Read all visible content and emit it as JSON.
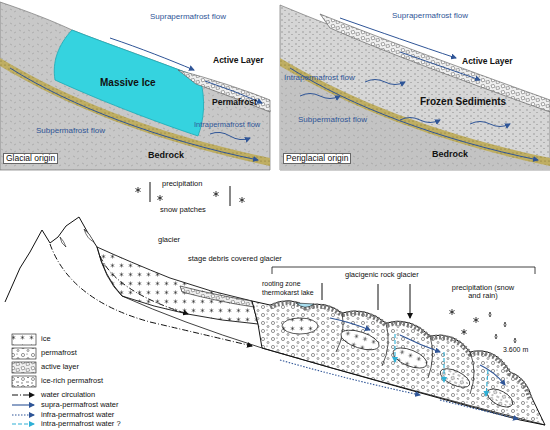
{
  "diagram": {
    "labels": [
      "Suprapermafrost flow",
      "Active Layer",
      "Massive Ice",
      "Permafrost",
      "Intrapermafrost flow",
      "Subpermafrost flow",
      "Bedrock",
      "Glacial origin",
      "Suprapermafrost flow",
      "Intrapermafrost flow",
      "Active Layer",
      "Frozen Sediments",
      "Subpermafrost flow",
      "Bedrock",
      "Periglacial origin",
      "precipitation",
      "snow patches",
      "glacier",
      "stage debris covered glacier",
      "glacigenic rock glacier",
      "rooting zone",
      "thermokarst lake",
      "precipitation (snow and rain)",
      "3.600 m"
    ],
    "legend": [
      {
        "text": "ice"
      },
      {
        "text": "permafrost"
      },
      {
        "text": "active layer"
      },
      {
        "text": "ice-rich permafrost"
      },
      {
        "text": "water circulation"
      },
      {
        "text": "supra-permafrost water"
      },
      {
        "text": "infra-permafrost water"
      },
      {
        "text": "intra-permafrost water ?"
      }
    ]
  }
}
